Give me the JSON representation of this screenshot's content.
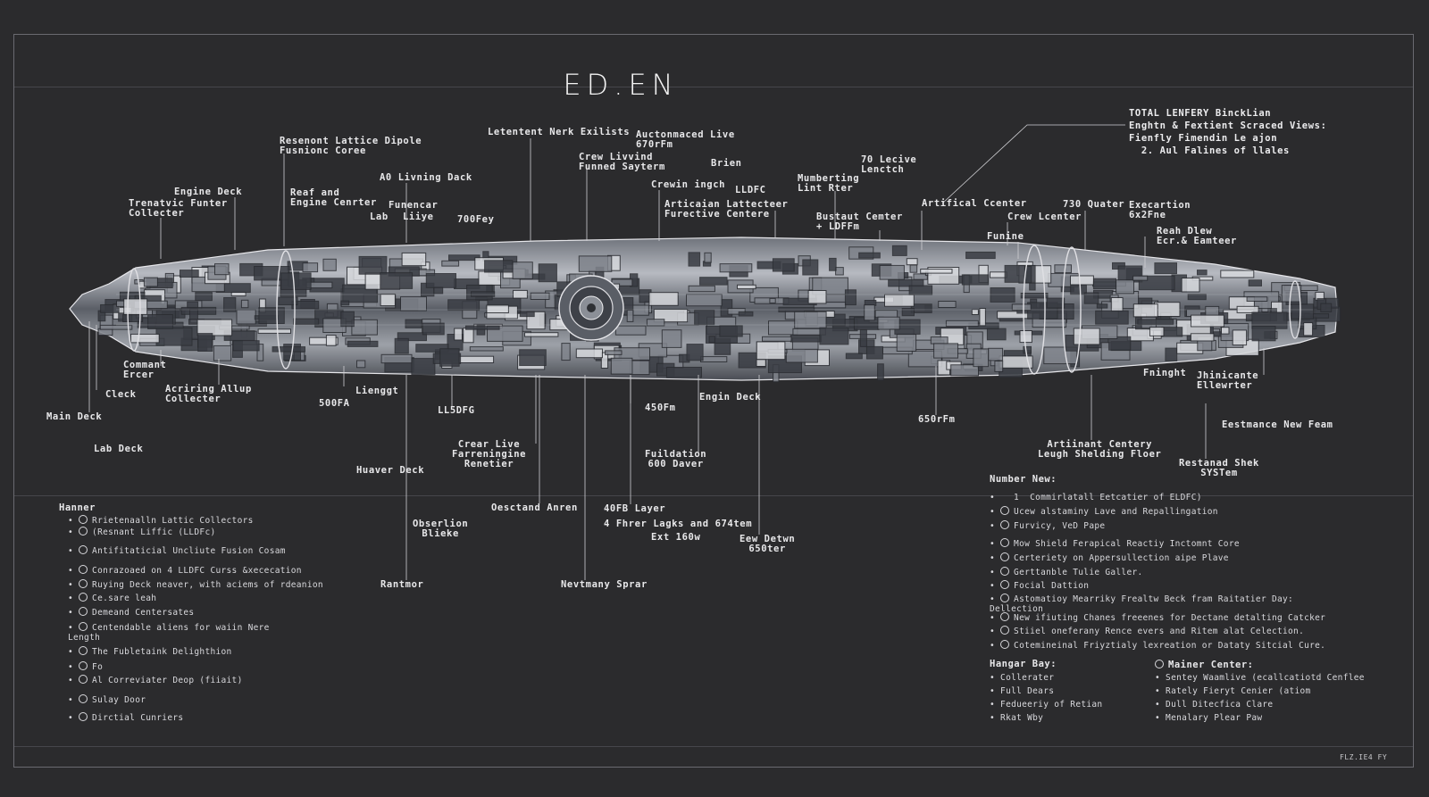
{
  "title": "ED.EN",
  "info_block": [
    "TOTAL LENFERY BinckLian",
    "Enghtn & Fextient Scraced Views:",
    "Fienfly Fimendin Le ajon",
    "  2. Aul Falines of llales"
  ],
  "ship_labels": [
    {
      "text": "Resenont Lattice Dipole\nFusnionc Coree",
      "align": "l"
    },
    {
      "text": "Letentent Nerk Exilists",
      "align": "l"
    },
    {
      "text": "Auctonmaced Live\n670rFm",
      "align": "l"
    },
    {
      "text": "Crew Livvind\nFunned Sayterm",
      "align": "l"
    },
    {
      "text": "Brien",
      "align": "l"
    },
    {
      "text": "Crewin ingch",
      "align": "l"
    },
    {
      "text": "LLDFC",
      "align": "l"
    },
    {
      "text": "Mumberting\nLint Rter",
      "align": "l"
    },
    {
      "text": "70 Lecive\nLenctch",
      "align": "l"
    },
    {
      "text": "Engine Deck",
      "align": "l"
    },
    {
      "text": "Trenatvic Funter\nCollecter",
      "align": "l"
    },
    {
      "text": "Reaf and\nEngine Cenrter",
      "align": "l"
    },
    {
      "text": "A0 Livning Dack",
      "align": "l"
    },
    {
      "text": "Funencar",
      "align": "l"
    },
    {
      "text": "Lab",
      "align": "l"
    },
    {
      "text": "Liiye",
      "align": "l"
    },
    {
      "text": "700Fey",
      "align": "l"
    },
    {
      "text": "Articaian Lattecteer\nFurective Centere",
      "align": "l"
    },
    {
      "text": "Bustaut Cemter\n+ LDFFm",
      "align": "l"
    },
    {
      "text": "Artifical Ccenter",
      "align": "l"
    },
    {
      "text": "Crew Lcenter",
      "align": "l"
    },
    {
      "text": "730 Quater",
      "align": "l"
    },
    {
      "text": "Execartion\n6x2Fne",
      "align": "l"
    },
    {
      "text": "Funine",
      "align": "l"
    },
    {
      "text": "Reah Dlew\nEcr.& Eamteer",
      "align": "l"
    },
    {
      "text": "Commant\nErcer",
      "align": "l"
    },
    {
      "text": "Cleck",
      "align": "l"
    },
    {
      "text": "Acriring Allup\nCollecter",
      "align": "l"
    },
    {
      "text": "Main Deck",
      "align": "l"
    },
    {
      "text": "Lab Deck",
      "align": "l"
    },
    {
      "text": "Lienggt",
      "align": "l"
    },
    {
      "text": "500FA",
      "align": "l"
    },
    {
      "text": "LL5DFG",
      "align": "l"
    },
    {
      "text": "450Fm",
      "align": "l"
    },
    {
      "text": "Engin Deck",
      "align": "l"
    },
    {
      "text": "650rFm",
      "align": "l"
    },
    {
      "text": "Fninght",
      "align": "l"
    },
    {
      "text": "Jhinicante\nEllewrter",
      "align": "l"
    },
    {
      "text": "Eestmance New Feam",
      "align": "l"
    },
    {
      "text": "Crear Live\nFarreningine\nRenetier",
      "align": "c"
    },
    {
      "text": "Huaver Deck",
      "align": "l"
    },
    {
      "text": "Fuildation\n600 Daver",
      "align": "c"
    },
    {
      "text": "Artiinant Centery\nLeugh Shelding Floer",
      "align": "c"
    },
    {
      "text": "Restanad Shek\nSYSTem",
      "align": "c"
    },
    {
      "text": "Oesctand Anren",
      "align": "l"
    },
    {
      "text": "Obserlion\nBlieke",
      "align": "c"
    },
    {
      "text": "40FB Layer",
      "align": "l"
    },
    {
      "text": "4 Fhrer Lagks and 674tem",
      "align": "l"
    },
    {
      "text": "Ext 160w",
      "align": "l"
    },
    {
      "text": "Eew Detwn\n650ter",
      "align": "c"
    },
    {
      "text": "Rantmor",
      "align": "l"
    },
    {
      "text": "Nevtmany Sprar",
      "align": "l"
    }
  ],
  "legend_left": {
    "heading": "Hanner",
    "items": [
      {
        "icon": "circle-icon",
        "text": "Rrietenaalln Lattic Collectors"
      },
      {
        "icon": "circle-icon",
        "text": "(Resnant Liffic (LLDFc)"
      },
      {
        "icon": "circle-icon",
        "text": "Antifitaticial Uncliute Fusion Cosam"
      },
      {
        "icon": "circle-icon",
        "text": "Conrazoaed on 4 LLDFC Curss &xececation"
      },
      {
        "icon": "circle-icon",
        "text": "Ruying Deck neaver, with aciems of rdeanion"
      },
      {
        "icon": "circle-icon",
        "text": "Ce.sare leah"
      },
      {
        "icon": "circle-icon",
        "text": "Demeand Centersates"
      },
      {
        "icon": "circle-icon",
        "text": "Centendable aliens for waiin Nere\nLength"
      },
      {
        "icon": "circle-icon",
        "text": "The Fubletaink Delighthion"
      },
      {
        "icon": "circle-icon",
        "text": "Fo"
      },
      {
        "icon": "circle-icon",
        "text": "Al Correviater Deop (fiiait)"
      },
      {
        "icon": "circle-icon",
        "text": "Sulay Door"
      },
      {
        "icon": "circle-icon",
        "text": "Dirctial Cunriers"
      }
    ]
  },
  "legend_right": {
    "heading": "Number New:",
    "items": [
      {
        "icon": "none",
        "text": "1  Commirlatall Eetcatier of ELDFC)"
      },
      {
        "icon": "circle-icon",
        "text": "Ucew alstaminy Lave and Repallingation"
      },
      {
        "icon": "circle-icon",
        "text": "Furvicy, VeD Pape"
      },
      {
        "icon": "circle-icon",
        "text": "Mow Shield Ferapical Reactiy Inctomnt Core"
      },
      {
        "icon": "circle-icon",
        "text": "Certeriety on Appersullection aipe Plave"
      },
      {
        "icon": "circle-icon",
        "text": "Gerttanble Tulie Galler."
      },
      {
        "icon": "circle-icon",
        "text": "Focial Dattion"
      },
      {
        "icon": "circle-icon",
        "text": "Astomatioy Mearriky Frealtw Beck fram Raitatier Day:\nDellection"
      },
      {
        "icon": "circle-icon",
        "text": "New ifiuting Chanes freeenes for Dectane detalting Catcker"
      },
      {
        "icon": "circle-icon",
        "text": "Stiiel oneferany Rence evers and Ritem alat Celection."
      },
      {
        "icon": "circle-icon",
        "text": "Cotemineinal Friyztialy lexreation or Dataty Sitcial Cure."
      }
    ]
  },
  "hangar": {
    "heading": "Hangar Bay:",
    "items": [
      "Collerater",
      "Full Dears",
      "Fedueeriy of Retian",
      "Rkat Wby"
    ]
  },
  "mainer": {
    "heading": "Mainer Center:",
    "items": [
      "Sentey Waamlive (ecallcatiotd Cenflee",
      "Rately Fieryt Cenier (atiom",
      "Dull Ditecfica Clare",
      "Menalary Plear Paw"
    ]
  },
  "corner_code": "FLZ.IE4 FY",
  "colors": {
    "background": "#2b2b2d",
    "hull_light": "#c9ccd2",
    "hull_dark": "#3c3f45",
    "line": "#d9d9dc"
  }
}
